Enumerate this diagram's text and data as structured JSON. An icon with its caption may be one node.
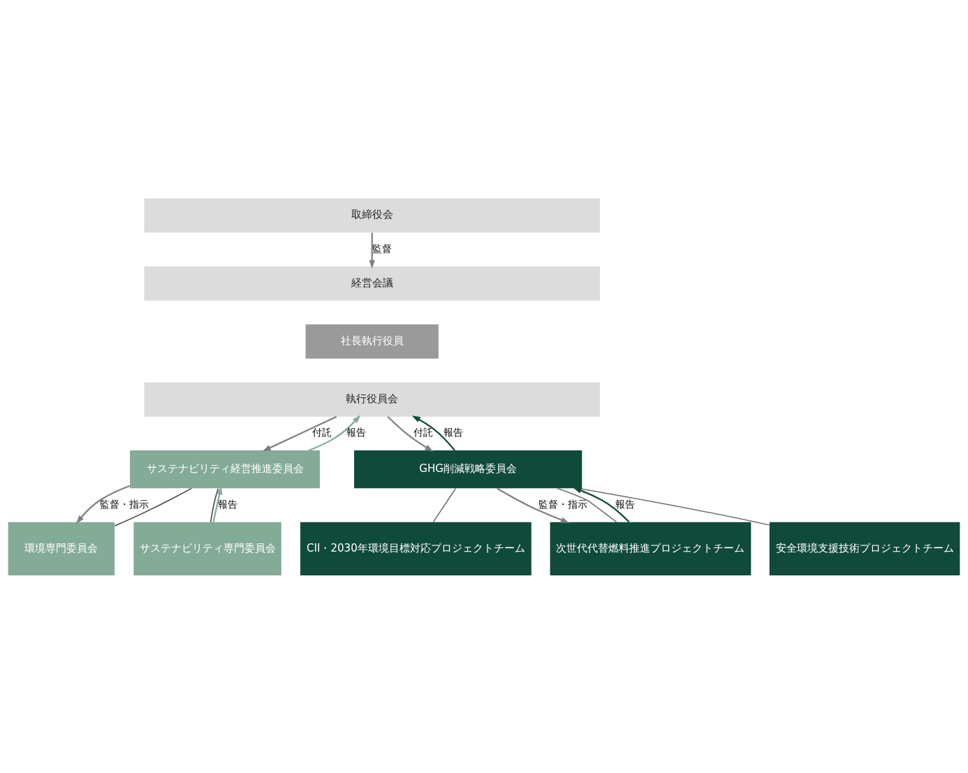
{
  "diagram": {
    "nodes": [
      {
        "text": [
          "取締役会"
        ]
      },
      {
        "text": [
          "経営会議"
        ]
      },
      {
        "text": [
          "社長執行役員"
        ]
      },
      {
        "text": [
          "執行役員会"
        ]
      },
      {
        "text": [
          "サステナビリティ経営推進委員会"
        ]
      },
      {
        "text": [
          "GHG削減戦略委員会"
        ]
      },
      {
        "text": [
          "環境専門委員会"
        ]
      },
      {
        "text": [
          "サステナビリティ専門委員会"
        ]
      },
      {
        "text": [
          "CII・2030年環境目標対応プロジェクトチーム"
        ]
      },
      {
        "text": [
          "次世代代替燃料推進プロジェクトチーム"
        ]
      },
      {
        "text": [
          "安全環境支援技術プロジェクトチーム"
        ]
      }
    ],
    "edges": [
      {
        "from": 0,
        "to": 1,
        "arrow": "to",
        "label": "監督"
      },
      {
        "from": 3,
        "to": 4,
        "arrow": "to",
        "label": "付託"
      },
      {
        "from": 4,
        "to": 3,
        "arrow": "to",
        "label": "報告",
        "color": "#84ab98"
      },
      {
        "from": 3,
        "to": 5,
        "arrow": "to",
        "label": "付託"
      },
      {
        "from": 5,
        "to": 3,
        "arrow": "to",
        "label": "報告",
        "color": "#0f4a3a"
      },
      {
        "from": 4,
        "to": 6,
        "arrow": "to",
        "label": "監督・指示"
      },
      {
        "from": 7,
        "to": 4,
        "arrow": "to",
        "label": "報告",
        "color": "#84ab98"
      },
      {
        "from": 4,
        "to": 6,
        "arrow": "none",
        "color": "#404040"
      },
      {
        "from": 4,
        "to": 7,
        "arrow": "none",
        "color": "#404040"
      },
      {
        "from": 5,
        "to": 9,
        "arrow": "to",
        "label": "監督・指示"
      },
      {
        "from": 9,
        "to": 5,
        "arrow": "to",
        "label": "報告",
        "color": "#0f4a3a"
      },
      {
        "from": 5,
        "to": 8,
        "arrow": "none",
        "color": "#707070"
      },
      {
        "from": 5,
        "to": 9,
        "arrow": "none",
        "color": "#707070"
      },
      {
        "from": 5,
        "to": 10,
        "arrow": "none",
        "color": "#707070"
      }
    ]
  }
}
